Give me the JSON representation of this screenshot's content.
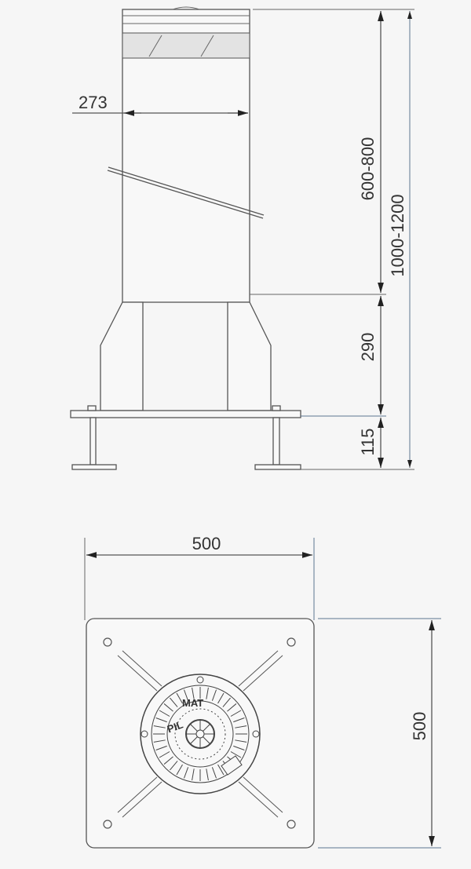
{
  "side_view": {
    "diameter_label": "273",
    "above_ground_height_label": "600-800",
    "total_height_label": "1000-1200",
    "base_height_label": "290",
    "anchor_depth_label": "115"
  },
  "top_view": {
    "width_label": "500",
    "depth_label": "500",
    "logo_text": "PILOMAT.com"
  },
  "colors": {
    "background": "#f6f6f6",
    "line": "#555555",
    "reflective_band": "#e3e3e3",
    "extension_line": "#5c7590"
  }
}
